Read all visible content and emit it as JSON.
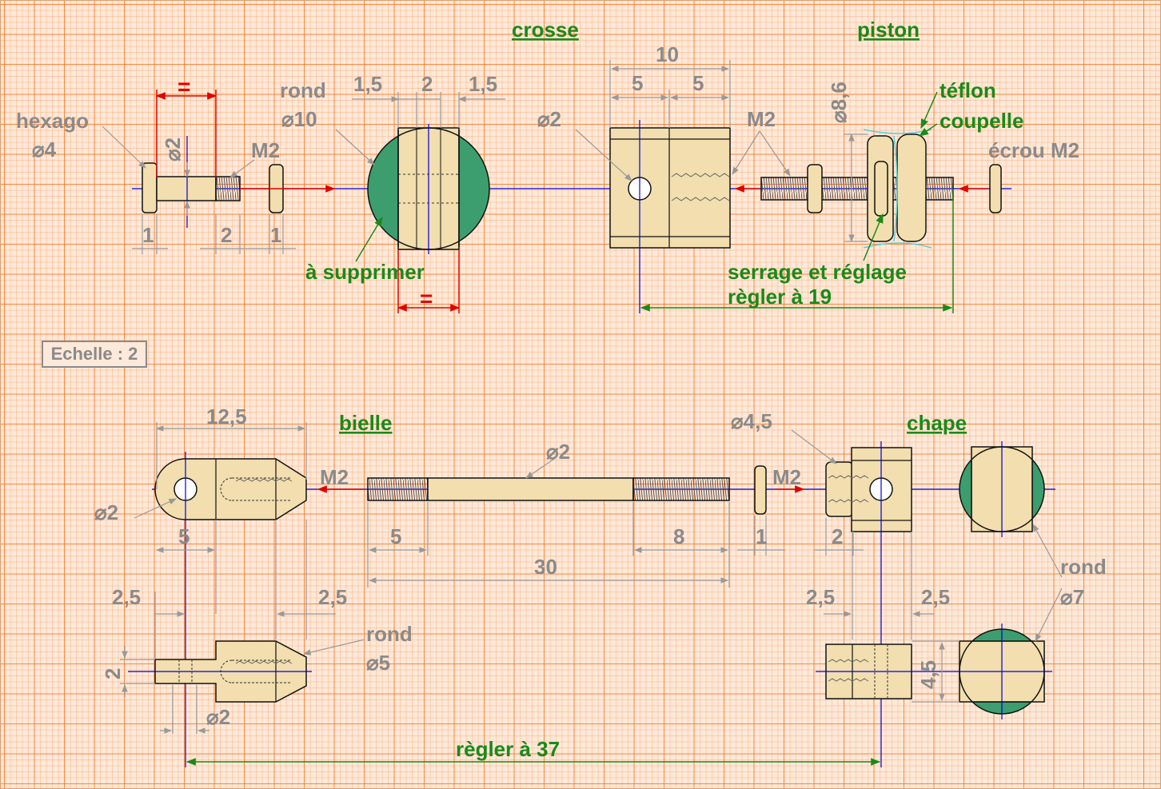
{
  "titles": {
    "crosse": "crosse",
    "piston": "piston",
    "bielle": "bielle",
    "chape": "chape"
  },
  "scale": "Echelle : 2",
  "labels": {
    "hexago": "hexago",
    "hexago_dia": "⌀4",
    "bolt_dia": "⌀2",
    "bolt_m2": "M2",
    "rond10": "rond",
    "rond10_dia": "⌀10",
    "crosse_dia": "⌀2",
    "crosse_m2": "M2",
    "piston_dia": "⌀8,6",
    "teflon": "téflon",
    "coupelle": "coupelle",
    "ecrou": "écrou M2",
    "a_supprimer": "à supprimer",
    "serrage": "serrage et réglage",
    "regler19": "règler à 19",
    "bielle_m2": "M2",
    "bielle_dia": "⌀2",
    "rod_dia": "⌀2",
    "rod_m2": "M2",
    "chape_dia": "⌀4,5",
    "rond5": "rond",
    "rond5_dia": "⌀5",
    "rond7": "rond",
    "rond7_dia": "⌀7",
    "dia2_low": "⌀2",
    "regler37": "règler à 37"
  },
  "equal": "=",
  "dims": {
    "d1a": "1",
    "d2a": "2",
    "d1b": "1",
    "d15a": "1,5",
    "d2b": "2",
    "d15b": "1,5",
    "d10": "10",
    "d5a": "5",
    "d5b": "5",
    "d125": "12,5",
    "d5c": "5",
    "d5d": "5",
    "d30": "30",
    "d8": "8",
    "d1c": "1",
    "d2c": "2",
    "d25a": "2,5",
    "d25b": "2,5",
    "d25c": "2,5",
    "d25d": "2,5",
    "d2v": "2",
    "d45v": "4,5"
  }
}
